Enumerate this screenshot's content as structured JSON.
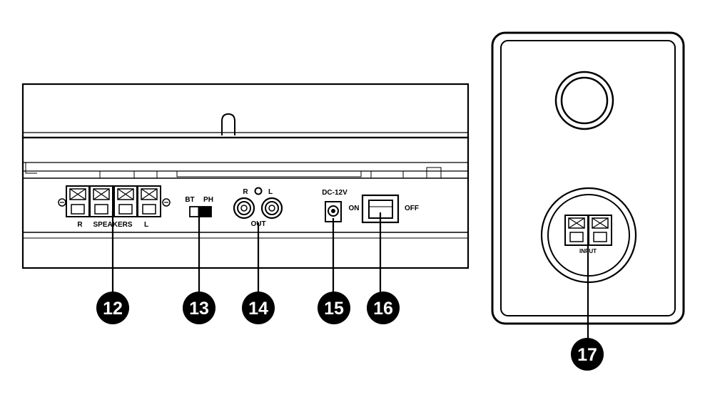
{
  "turntable_rear_panel": {
    "speakers_label": "SPEAKERS",
    "speaker_right_label": "R",
    "speaker_left_label": "L",
    "switch_bt_label": "BT",
    "switch_ph_label": "PH",
    "out_label": "OUT",
    "out_right_label": "R",
    "out_left_label": "L",
    "dc_label": "DC-12V",
    "power_on_label": "ON",
    "power_off_label": "OFF"
  },
  "speaker_back_panel": {
    "input_label": "INPUT"
  },
  "callouts": [
    {
      "number": "12"
    },
    {
      "number": "13"
    },
    {
      "number": "14"
    },
    {
      "number": "15"
    },
    {
      "number": "16"
    },
    {
      "number": "17"
    }
  ]
}
